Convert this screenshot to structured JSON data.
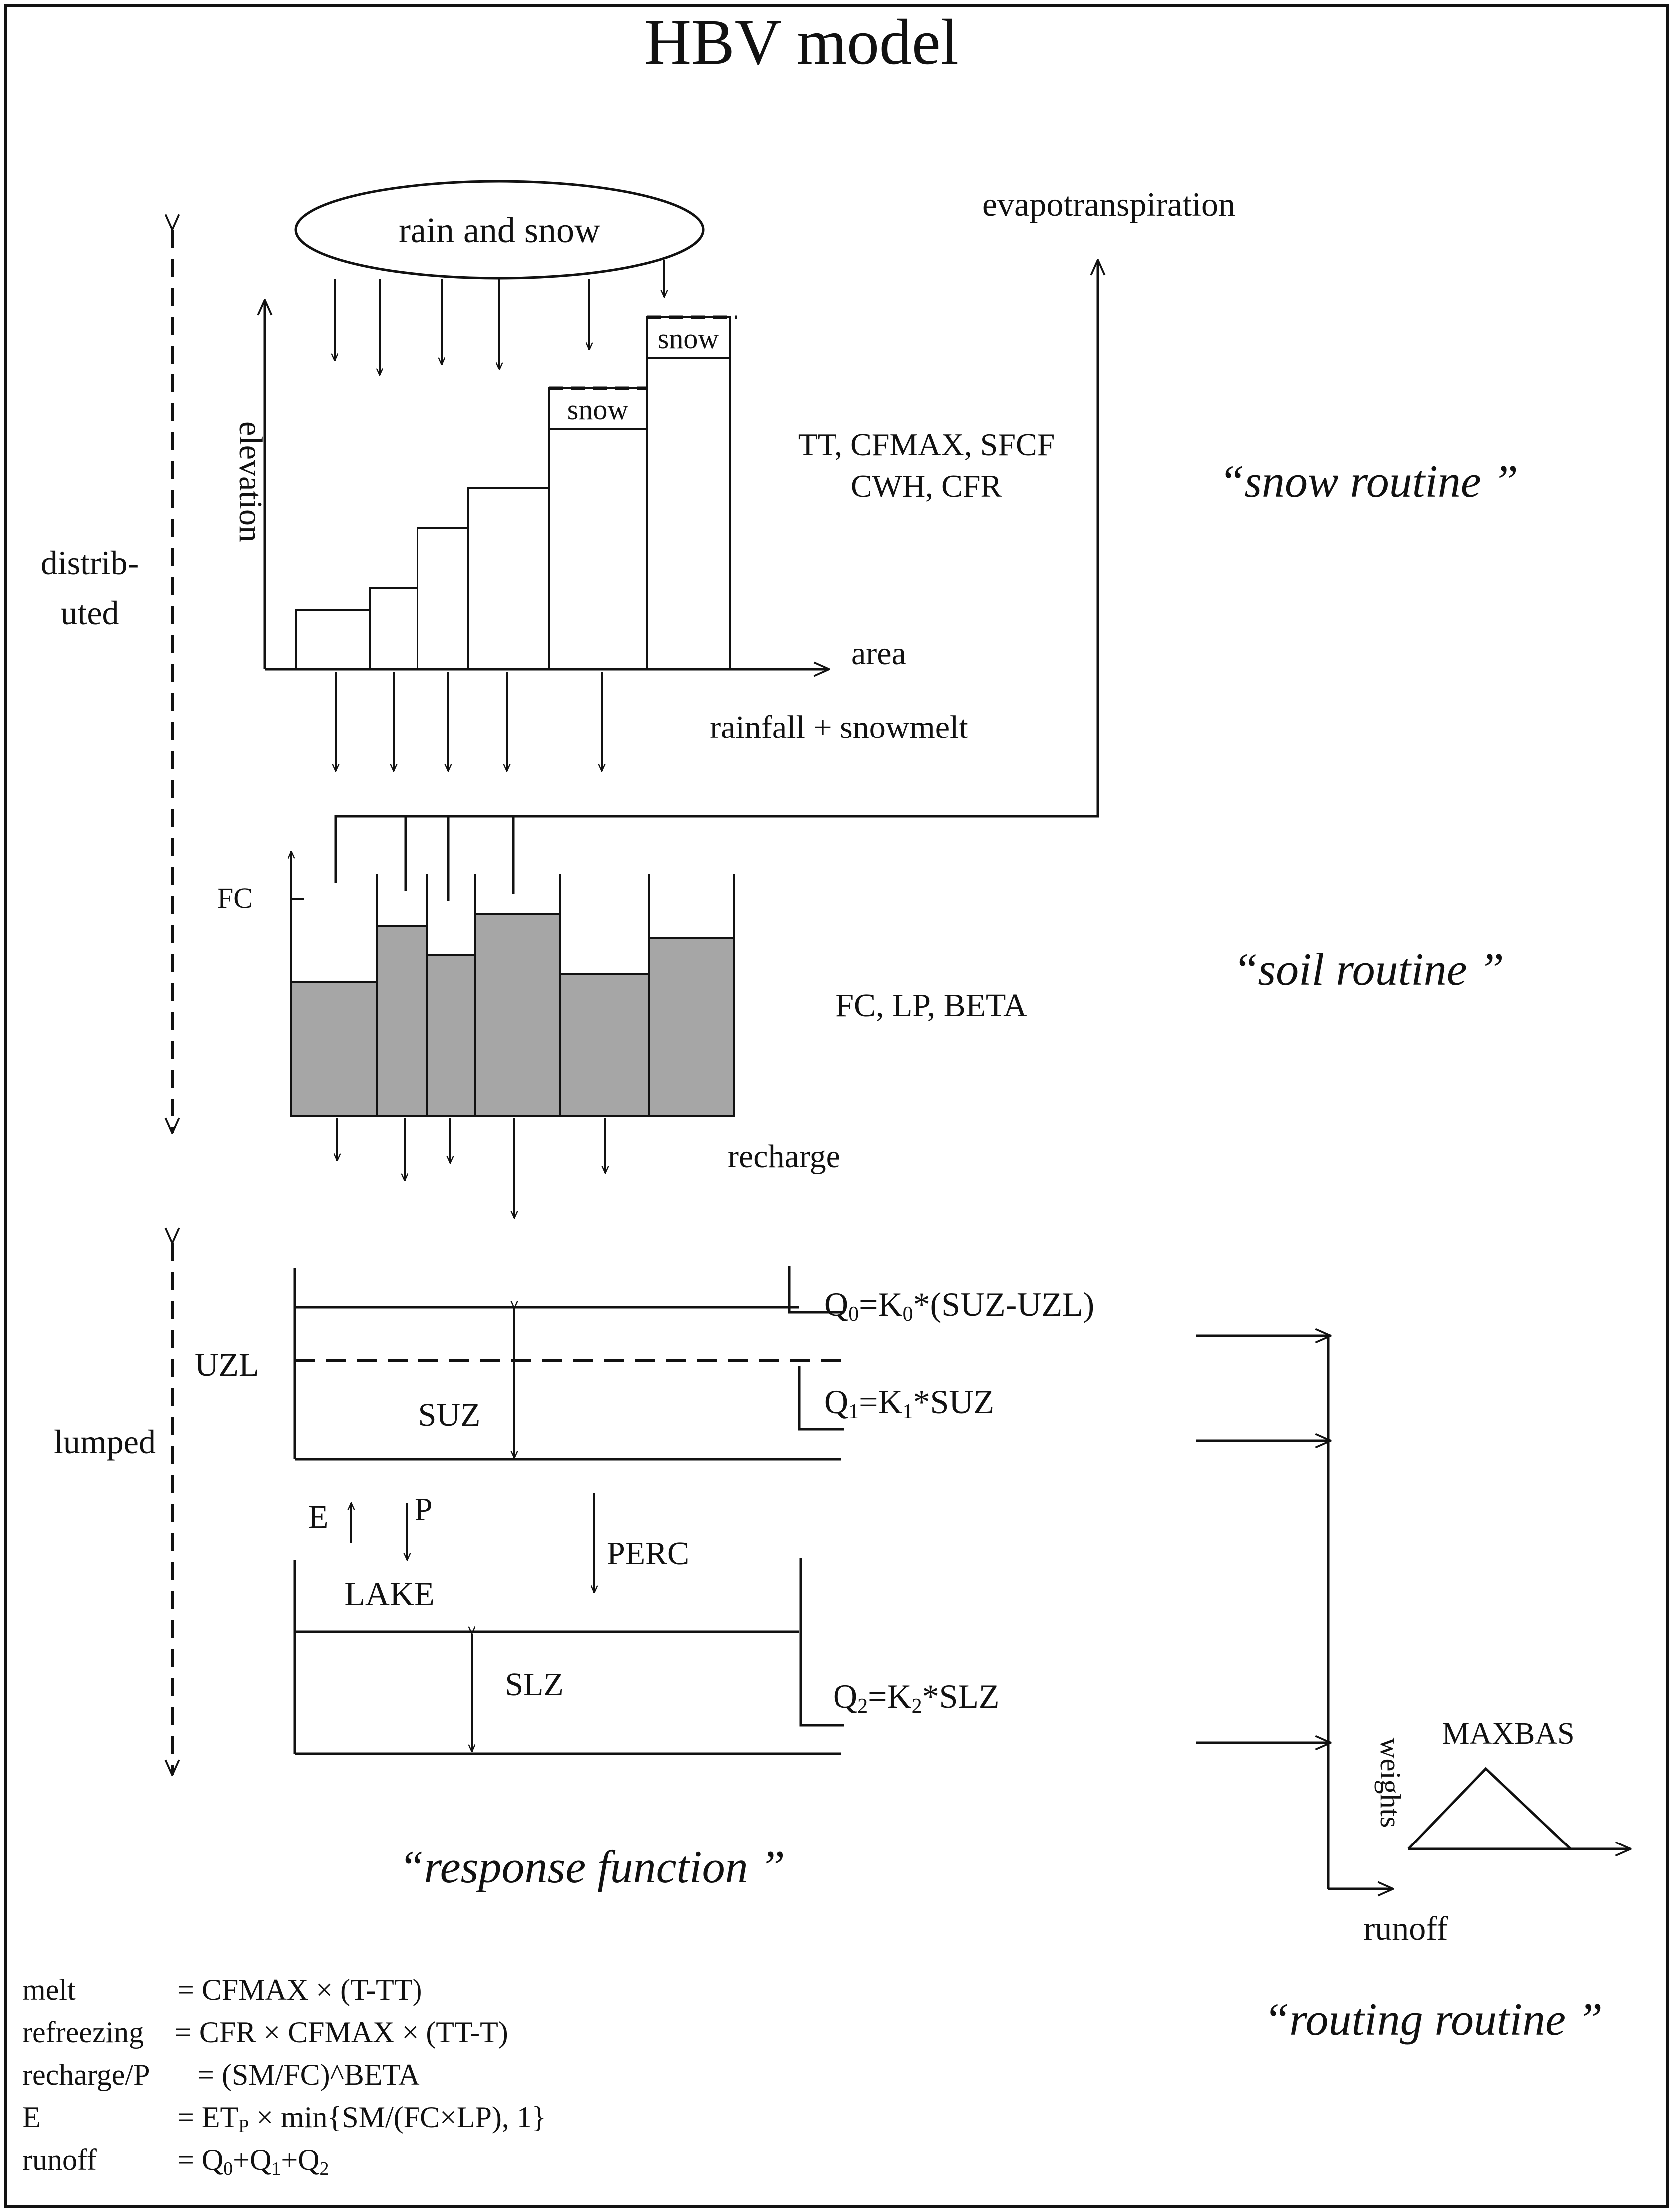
{
  "title": "HBV model",
  "side_labels": {
    "distributed_line1": "distrib-",
    "distributed_line2": "uted",
    "lumped": "lumped"
  },
  "snow": {
    "cloud_label": "rain and snow",
    "snow_label": "snow",
    "axis_y_label": "elevation",
    "axis_x_label": "area",
    "output_label": "rainfall + snowmelt",
    "params_line1": "TT, CFMAX, SFCF",
    "params_line2": "CWH, CFR",
    "routine_label": "“snow routine ”",
    "evap_label": "evapotranspiration"
  },
  "soil": {
    "fc_label": "FC",
    "params": "FC, LP, BETA",
    "routine_label": "“soil routine ”",
    "recharge_label": "recharge"
  },
  "response": {
    "uzl_label": "UZL",
    "suz_label": "SUZ",
    "slz_label": "SLZ",
    "q0_label": "Q",
    "q0_sub": "0",
    "q0_mid": "=K",
    "q0_sub2": "0",
    "q0_rest": "*(SUZ-UZL)",
    "q1_label": "Q",
    "q1_sub": "1",
    "q1_mid": "=K",
    "q1_sub2": "1",
    "q1_rest": "*SUZ",
    "q2_label": "Q",
    "q2_sub": "2",
    "q2_mid": "=K",
    "q2_sub2": "2",
    "q2_rest": "*SLZ",
    "e_label": "E",
    "p_label": "P",
    "lake_label": "LAKE",
    "perc_label": "PERC",
    "routine_label": "“response function ”"
  },
  "routing": {
    "maxbas_label": "MAXBAS",
    "weights_label": "weights",
    "runoff_label": "runoff",
    "routine_label": "“routing routine ”"
  },
  "equations": [
    {
      "name": "melt",
      "expr": "= CFMAX × (T-TT)"
    },
    {
      "name": "refreezing",
      "expr": "= CFR × CFMAX × (TT-T)"
    },
    {
      "name": "recharge/P",
      "expr": "= (SM/FC)^BETA"
    },
    {
      "name": "E",
      "expr_a": "= ET",
      "expr_sub": "P",
      "expr_b": " × min{SM/(FC×LP), 1}"
    },
    {
      "name": "runoff",
      "expr_a": "= Q",
      "s0": "0",
      "p1": "+Q",
      "s1": "1",
      "p2": "+Q",
      "s2": "2"
    }
  ],
  "colors": {
    "line": "#111111",
    "soil_fill": "#a6a6a6",
    "background": "#ffffff"
  }
}
